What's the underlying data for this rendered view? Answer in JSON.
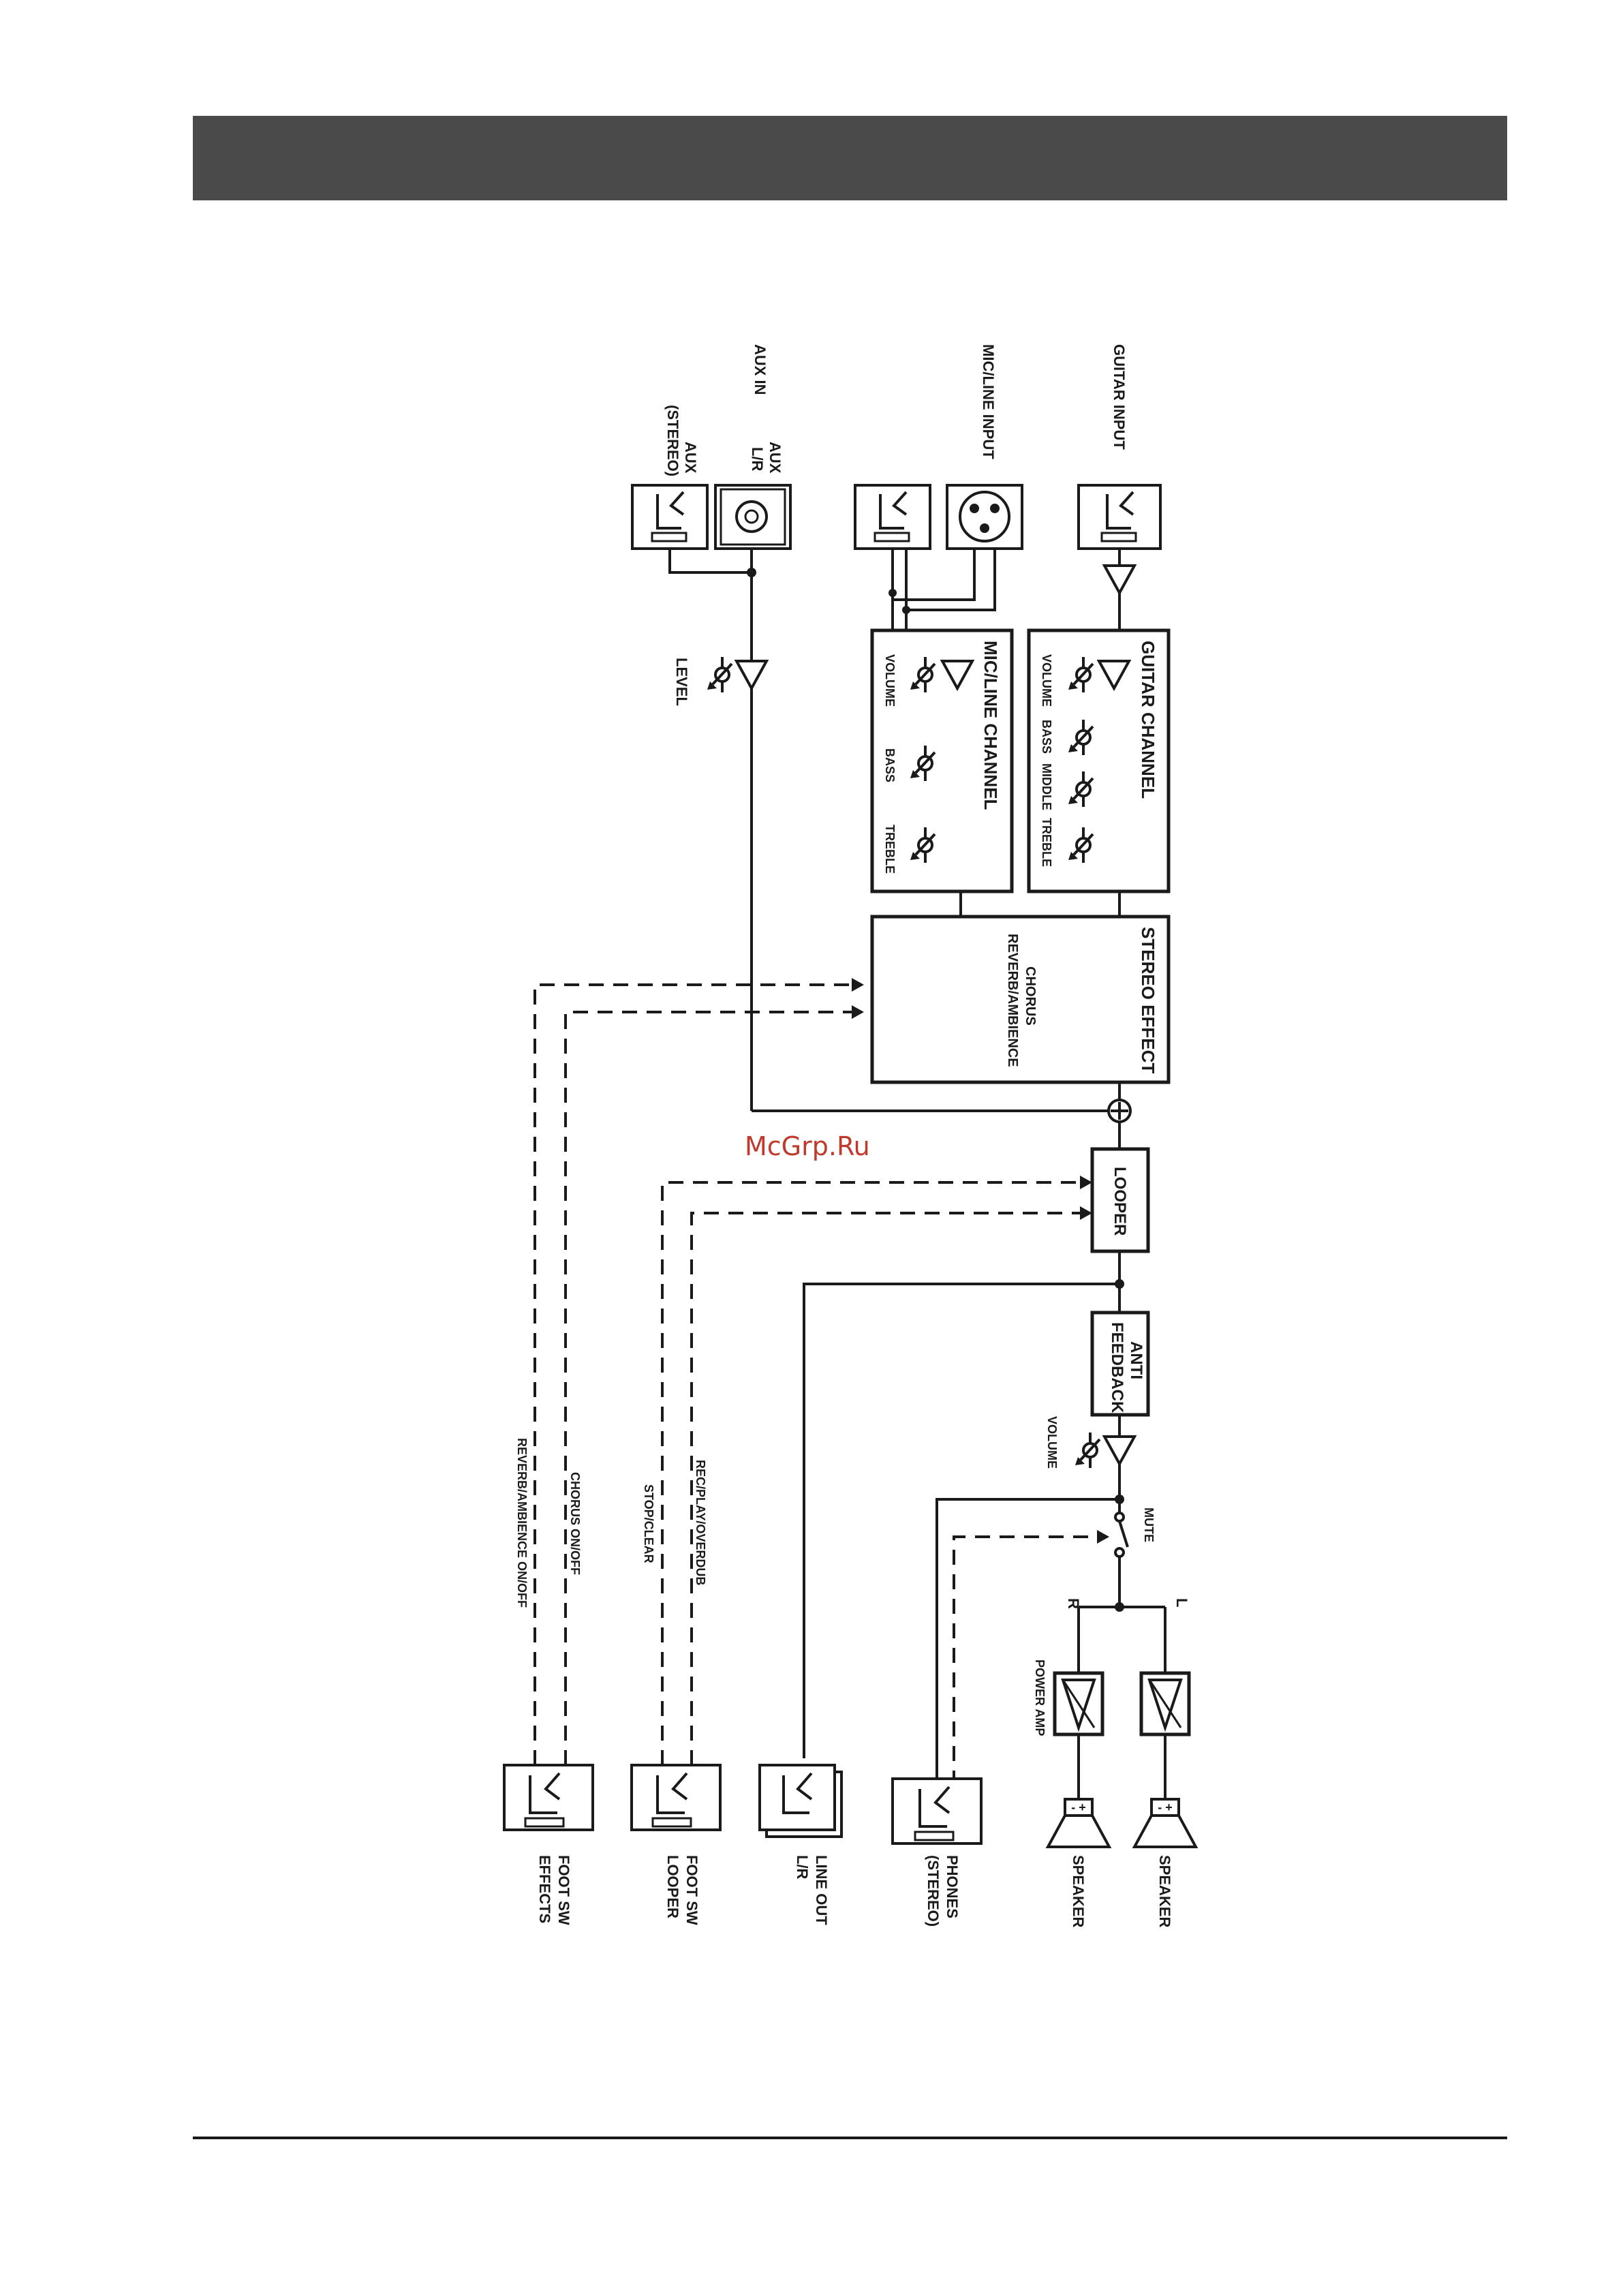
{
  "watermark": "McGrp.Ru",
  "labels": {
    "aux_in": "AUX IN",
    "aux_lr": "AUX\nL/R",
    "aux_stereo": "AUX\n(STEREO)",
    "mic_line_input": "MIC/LINE INPUT",
    "guitar_input": "GUITAR INPUT",
    "level": "LEVEL",
    "mic_line_channel": "MIC/LINE CHANNEL",
    "mic_volume": "VOLUME",
    "mic_bass": "BASS",
    "mic_treble": "TREBLE",
    "guitar_channel": "GUITAR CHANNEL",
    "gtr_volume": "VOLUME",
    "gtr_bass": "BASS",
    "gtr_middle": "MIDDLE",
    "gtr_treble": "TREBLE",
    "stereo_effect": "STEREO EFFECT",
    "chorus": "CHORUS",
    "reverb_ambience": "REVERB/AMBIENCE",
    "looper": "LOOPER",
    "anti_feedback": "ANTI\nFEEDBACK",
    "volume": "VOLUME",
    "mute": "MUTE",
    "r": "R",
    "l": "L",
    "power_amp": "POWER AMP",
    "speaker_r": "SPEAKER",
    "speaker_l": "SPEAKER",
    "phones": "PHONES\n(STEREO)",
    "line_out": "LINE OUT\nL/R",
    "foot_sw_looper": "FOOT SW\nLOOPER",
    "foot_sw_effects": "FOOT SW\nEFFECTS",
    "rec_play_overdub": "REC/PLAY/OVERDUB",
    "stop_clear": "STOP/CLEAR",
    "chorus_on_off": "CHORUS ON/OFF",
    "reverb_ambience_on_off": "REVERB/AMBIENCE ON/OFF"
  }
}
